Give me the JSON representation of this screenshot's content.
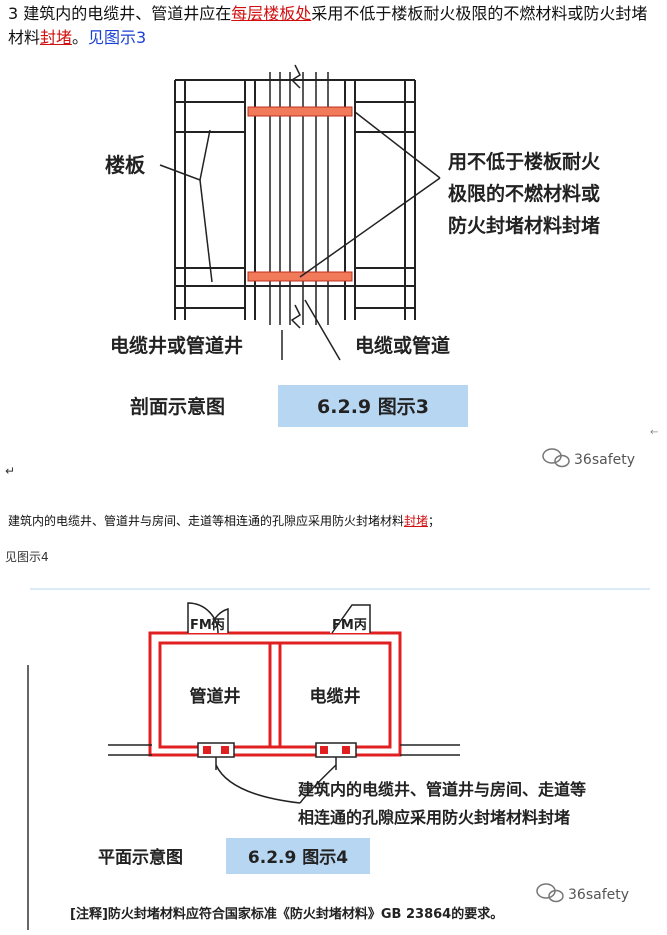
{
  "section1": {
    "num": "3",
    "before": "建筑内的电缆井、管道井应在",
    "highlight1": "每层楼板处",
    "middle": "采用不低于楼板耐火极限的不燃材料或防火封堵材料",
    "highlight2": "封堵",
    "sep": "。",
    "ref": "见图示3"
  },
  "figure3": {
    "label_floor": "楼板",
    "callout_line1": "用不低于楼板耐火",
    "callout_line2": "极限的不燃材料或",
    "callout_line3": "防火封堵材料封堵",
    "label_shaft": "电缆井或管道井",
    "label_cable": "电缆或管道",
    "caption_left": "剖面示意图",
    "caption_box": "6.2.9 图示3",
    "watermark": "36safety",
    "return_mark": "↵",
    "back_arrow": "←"
  },
  "section2": {
    "text": "建筑内的电缆井、管道井与房间、走道等相连通的孔隙应采用防火封堵材料",
    "highlight": "封堵",
    "end": "；"
  },
  "ref4": "见图示4",
  "figure4": {
    "door_left": "FM丙",
    "door_right": "FM丙",
    "room_left": "管道井",
    "room_right": "电缆井",
    "callout_line1": "建筑内的电缆井、管道井与房间、走道等",
    "callout_line2": "相连通的孔隙应采用防火封堵材料封堵",
    "caption_left": "平面示意图",
    "caption_box": "6.2.9 图示4",
    "note": "[注释]防火封堵材料应符合国家标准《防火封堵材料》GB 23864的要求。",
    "watermark": "36safety"
  },
  "colors": {
    "red": "#d01010",
    "blue_link": "#1a3fd6",
    "caption_box": "#b7d6f2",
    "fire_seal": "#f07a5a",
    "wall_red": "#e02020"
  }
}
